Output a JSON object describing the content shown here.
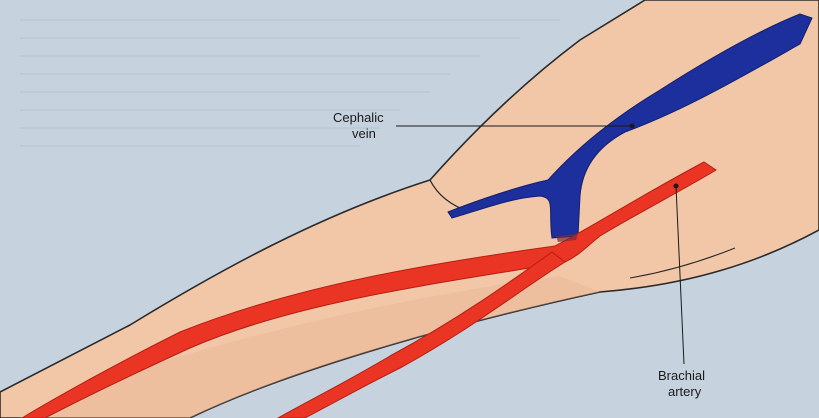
{
  "diagram": {
    "labels": {
      "cephalic_line1": "Cephalic",
      "cephalic_line2": "vein",
      "brachial_line1": "Brachial",
      "brachial_line2": "artery"
    },
    "colors": {
      "background": "#c6d3df",
      "skin": "#f2c7a8",
      "skin_shadow": "#e9b390",
      "outline": "#2a2a2a",
      "vein": "#1c2f9c",
      "artery": "#ea3524",
      "leader": "#1a1a1a"
    }
  }
}
